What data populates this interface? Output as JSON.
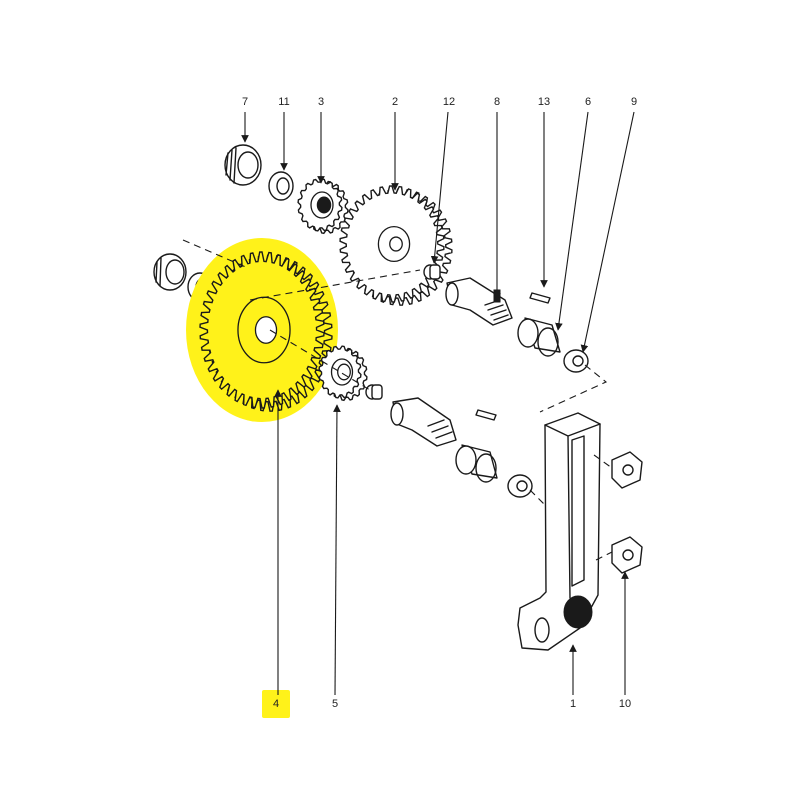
{
  "diagram": {
    "highlight_color": "#fff21a",
    "ink_color": "#1a1a1a",
    "highlighted_part": "4",
    "callouts": [
      {
        "id": "7",
        "label": "7"
      },
      {
        "id": "11",
        "label": "11"
      },
      {
        "id": "3",
        "label": "3"
      },
      {
        "id": "2",
        "label": "2"
      },
      {
        "id": "12",
        "label": "12"
      },
      {
        "id": "8",
        "label": "8"
      },
      {
        "id": "13",
        "label": "13"
      },
      {
        "id": "6",
        "label": "6"
      },
      {
        "id": "9",
        "label": "9"
      },
      {
        "id": "4",
        "label": "4"
      },
      {
        "id": "5",
        "label": "5"
      },
      {
        "id": "1",
        "label": "1"
      },
      {
        "id": "10",
        "label": "10"
      }
    ]
  }
}
